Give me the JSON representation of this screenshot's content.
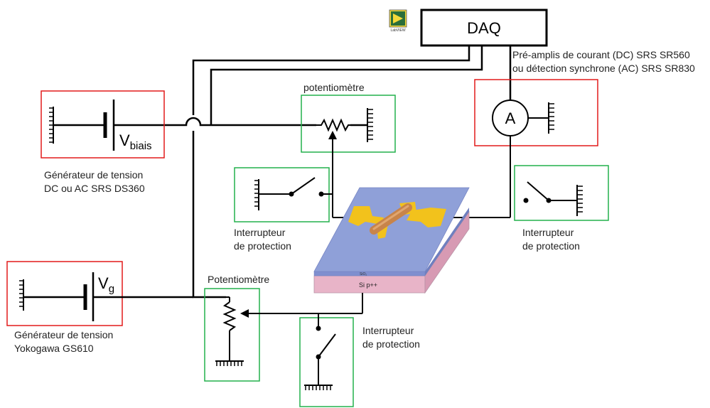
{
  "daq": {
    "label": "DAQ"
  },
  "labview": {
    "label": "LabVIEW"
  },
  "preamp": {
    "line1": "Pré-amplis de courant (DC) SRS SR560",
    "line2": "ou détection synchrone (AC) SRS SR830",
    "meter_symbol": "A"
  },
  "bias_source": {
    "symbol": "V",
    "subscript": "biais",
    "caption_line1": "Générateur de tension",
    "caption_line2": "DC ou AC SRS DS360"
  },
  "gate_source": {
    "symbol": "V",
    "subscript": "g",
    "caption_line1": "Générateur de tension",
    "caption_line2": "Yokogawa GS610"
  },
  "pot_top": {
    "label": "potentiomètre"
  },
  "pot_bottom": {
    "label": "Potentiomètre"
  },
  "switch_left": {
    "line1": "Interrupteur",
    "line2": "de protection"
  },
  "switch_right": {
    "line1": "Interrupteur",
    "line2": "de protection"
  },
  "switch_bottom": {
    "line1": "Interrupteur",
    "line2": "de protection"
  },
  "device": {
    "oxide_label": "SiO₂",
    "substrate_label": "Si  p++"
  },
  "colors": {
    "instrument_box": "#e21a1a",
    "component_box": "#22b14c",
    "substrate_top": "#8fa0d8",
    "substrate_side": "#e8b4c8",
    "contact": "#f2c21c",
    "nanowire": "#c8844a"
  }
}
